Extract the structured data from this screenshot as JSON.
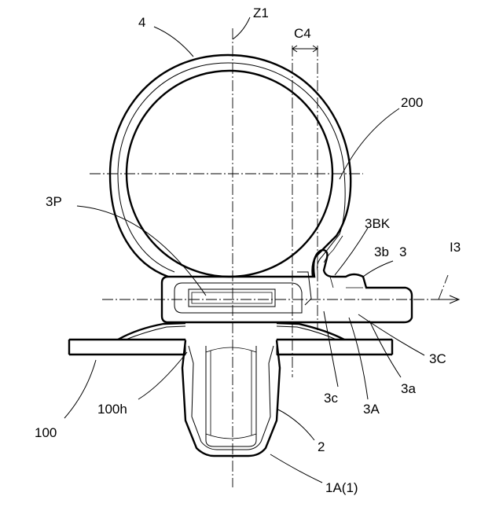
{
  "labels": {
    "l4": "4",
    "lZ1": "Z1",
    "lC4": "C4",
    "l200": "200",
    "l3P": "3P",
    "l3BK": "3BK",
    "l3b": "3b",
    "l3": "3",
    "lI3": "I3",
    "l3C": "3C",
    "l3c": "3c",
    "l3A": "3A",
    "l3a": "3a",
    "l100": "100",
    "l100h": "100h",
    "l2": "2",
    "l1A": "1A(1)"
  }
}
